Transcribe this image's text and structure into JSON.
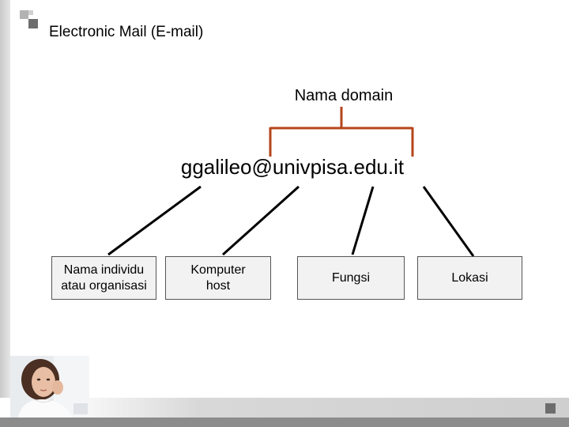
{
  "slide": {
    "title": "Electronic Mail (E-mail)",
    "domain_label": "Nama domain",
    "email_address": "ggalileo@univpisa.edu.it"
  },
  "parts": [
    {
      "line1": "Nama individu",
      "line2": "atau organisasi"
    },
    {
      "line1": "Komputer",
      "line2": "host"
    },
    {
      "line1": "Fungsi",
      "line2": ""
    },
    {
      "line1": "Lokasi",
      "line2": ""
    }
  ],
  "colors": {
    "bracket": "#b5451b",
    "box_fill": "#f2f2f2",
    "decor_gray": "#8c8c8c"
  },
  "icons": [
    "square-bullet-icon",
    "woman-photo"
  ]
}
